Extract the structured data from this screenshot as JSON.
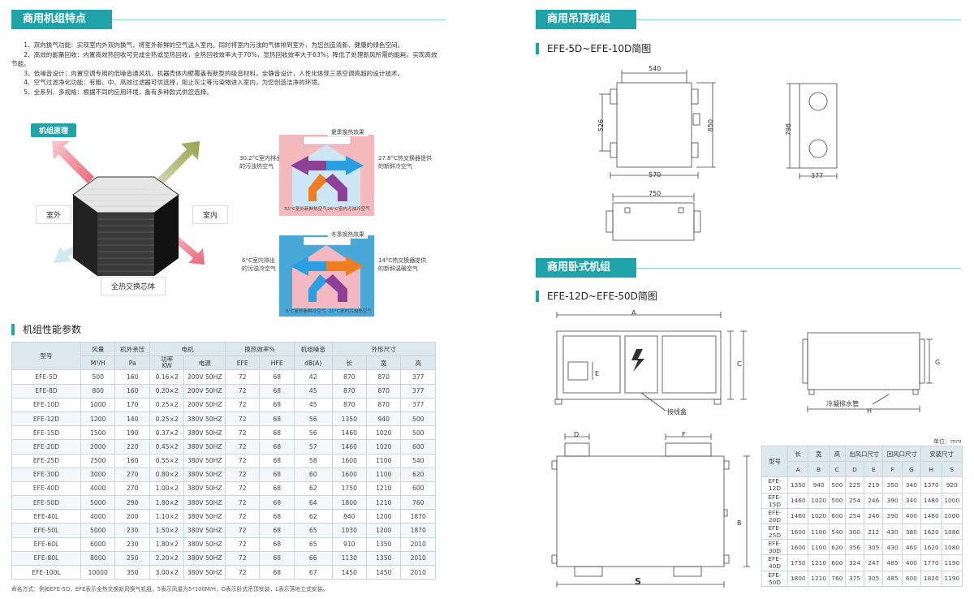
{
  "left": {
    "header": "商用机组特点",
    "features": [
      "1、双向换气功能：实现室内外双向换气，将室外新鲜的空气送入室内。同时将室内污浊的气体排到室外，为您创造清新、健康的绿色空间。",
      "2、高效的能量回收：内置高效热回收可完成全热或显热回收，全热回收效率大于70%，显热回收效率大于63%；降低了处理新风所需的能耗，实现高效节能。",
      "3、低噪音设计：内置空调专用的低噪音通风机，机器壳体内壁覆盖有新型的吸音材料，全静音设计，人性化体现三恶空调高超的设计技术。",
      "4、空气过滤净化功能：有粗、中、高效过滤器可供选择，阻止灰尘等污染物进入室内，为您创造洁净的环境。",
      "5、全系列、多规格：根据不同的应用环境，备有多种款式供您选择。"
    ],
    "principle_badge": "机组原理",
    "outdoor_label": "室外",
    "indoor_label": "室内",
    "core_label": "全热交换芯体",
    "summer": {
      "title": "夏季换热效果",
      "left_caption": "30.2°C室内排出\n的污浊热空气",
      "right_caption": "27.8°C热交换器提供\n的新鲜冷空气",
      "bottom_left": "32°C室外新鲜热空气",
      "bottom_right": "26°C室内污浊冷空气"
    },
    "winter": {
      "title": "冬季换热效果",
      "left_caption": "6°C室内排出\n的污浊冷空气",
      "right_caption": "14°C热交换器提供\n的新鲜温暖空气",
      "bottom_left": "0°C室外新鲜冷空气",
      "bottom_right": "20°C室内污浊热空气"
    },
    "perf_title": "机组性能参数",
    "table": {
      "h_model": "型号",
      "h_air": "风量",
      "h_air_unit": "M³/H",
      "h_press": "机外余压",
      "h_press_unit": "Pa",
      "h_motor": "电机",
      "h_power": "功率",
      "h_power_unit": "KW",
      "h_supply": "电源",
      "h_eff": "换热效率%",
      "h_efe": "EFE",
      "h_hfe": "HFE",
      "h_noise": "机组噪音",
      "h_noise_unit": "dB(A)",
      "h_size": "外形尺寸",
      "h_l": "长",
      "h_w": "宽",
      "h_h": "高",
      "rows": [
        [
          "EFE-5D",
          "500",
          "160",
          "0.16×2",
          "200V 50HZ",
          "72",
          "68",
          "42",
          "870",
          "870",
          "377"
        ],
        [
          "EFE-8D",
          "800",
          "160",
          "0.20×2",
          "200V 50HZ",
          "72",
          "68",
          "45",
          "870",
          "870",
          "377"
        ],
        [
          "EFE-10D",
          "1000",
          "170",
          "0.25×2",
          "200V 50HZ",
          "72",
          "68",
          "45",
          "870",
          "870",
          "377"
        ],
        [
          "EFE-12D",
          "1200",
          "140",
          "0.25×2",
          "380V 50HZ",
          "72",
          "68",
          "56",
          "1350",
          "940",
          "500"
        ],
        [
          "EFE-15D",
          "1500",
          "190",
          "0.37×2",
          "380V 50HZ",
          "72",
          "68",
          "56",
          "1460",
          "1020",
          "500"
        ],
        [
          "EFE-20D",
          "2000",
          "220",
          "0.45×2",
          "380V 50HZ",
          "72",
          "68",
          "57",
          "1460",
          "1020",
          "600"
        ],
        [
          "EFE-25D",
          "2500",
          "160",
          "0.55×2",
          "380V 50HZ",
          "72",
          "68",
          "58",
          "1600",
          "1100",
          "540"
        ],
        [
          "EFE-30D",
          "3000",
          "270",
          "0.80×2",
          "380V 50HZ",
          "72",
          "68",
          "60",
          "1600",
          "1100",
          "620"
        ],
        [
          "EFE-40D",
          "4000",
          "270",
          "1.00×2",
          "380V 50HZ",
          "72",
          "68",
          "62",
          "1750",
          "1210",
          "600"
        ],
        [
          "EFE-50D",
          "5000",
          "290",
          "1.80×2",
          "380V 50HZ",
          "72",
          "68",
          "64",
          "1800",
          "1210",
          "760"
        ],
        [
          "EFE-40L",
          "4000",
          "200",
          "1.10×2",
          "380V 50HZ",
          "72",
          "68",
          "62",
          "840",
          "1200",
          "1870"
        ],
        [
          "EFE-50L",
          "5000",
          "230",
          "1.50×2",
          "380V 50HZ",
          "72",
          "68",
          "65",
          "1030",
          "1200",
          "1870"
        ],
        [
          "EFE-60L",
          "6000",
          "230",
          "1.80×2",
          "380V 50HZ",
          "72",
          "68",
          "65",
          "910",
          "1350",
          "2010"
        ],
        [
          "EFE-80L",
          "8000",
          "250",
          "2.20×2",
          "380V 50HZ",
          "72",
          "68",
          "66",
          "1130",
          "1350",
          "2010"
        ],
        [
          "EFE-100L",
          "10000",
          "350",
          "3.00×2",
          "380V 50HZ",
          "72",
          "68",
          "67",
          "1450",
          "1450",
          "2010"
        ]
      ]
    },
    "footnote": "命名方式：例如EFE-5D，EFE表示全热交换新风换气机组，5表示风量为5*100M/H，D表示卧式吊顶安装，L表示落地立式安装。"
  },
  "right": {
    "ceiling_header": "商用吊顶机组",
    "ceiling_sub": "EFE-5D~EFE-10D简图",
    "d540": "540",
    "d526": "526",
    "d850": "850",
    "d570": "570",
    "d798": "798",
    "d377": "377",
    "d750": "750",
    "horizontal_header": "商用卧式机组",
    "horizontal_sub": "EFE-12D~EFE-50D简图",
    "lA": "A",
    "lC": "C",
    "lE": "E",
    "lG": "G",
    "lH": "H",
    "lD": "D",
    "lF": "F",
    "lB": "B",
    "lS": "S",
    "junction": "接线盒",
    "drain": "冷凝排水管",
    "unit": "单位：mm",
    "dim": {
      "h_model": "型号",
      "h_len": "长",
      "h_wid": "宽",
      "h_hei": "高",
      "h_port": "出风口尺寸",
      "h_return": "回风口尺寸",
      "h_inst": "安装尺寸",
      "letters": [
        "A",
        "B",
        "C",
        "D",
        "E",
        "F",
        "G",
        "H",
        "S"
      ],
      "rows": [
        [
          "EFE-12D",
          "1350",
          "940",
          "500",
          "225",
          "219",
          "350",
          "340",
          "1370",
          "920"
        ],
        [
          "EFE-15D",
          "1460",
          "1020",
          "500",
          "254",
          "246",
          "390",
          "340",
          "1480",
          "1000"
        ],
        [
          "EFE-20D",
          "1460",
          "1020",
          "600",
          "254",
          "246",
          "390",
          "400",
          "1480",
          "1000"
        ],
        [
          "EFE-25D",
          "1600",
          "1100",
          "540",
          "300",
          "212",
          "430",
          "380",
          "1620",
          "1080"
        ],
        [
          "EFE-30D",
          "1600",
          "1100",
          "620",
          "356",
          "305",
          "430",
          "460",
          "1620",
          "1080"
        ],
        [
          "EFE-40D",
          "1750",
          "1210",
          "600",
          "324",
          "247",
          "485",
          "400",
          "1770",
          "1190"
        ],
        [
          "EFE-50D",
          "1800",
          "1210",
          "760",
          "375",
          "305",
          "485",
          "600",
          "1820",
          "1190"
        ]
      ]
    }
  },
  "colors": {
    "accent": "#1fa3a8",
    "summer_bg": "#f3b9bc",
    "winter_bg": "#4aa8d8"
  }
}
